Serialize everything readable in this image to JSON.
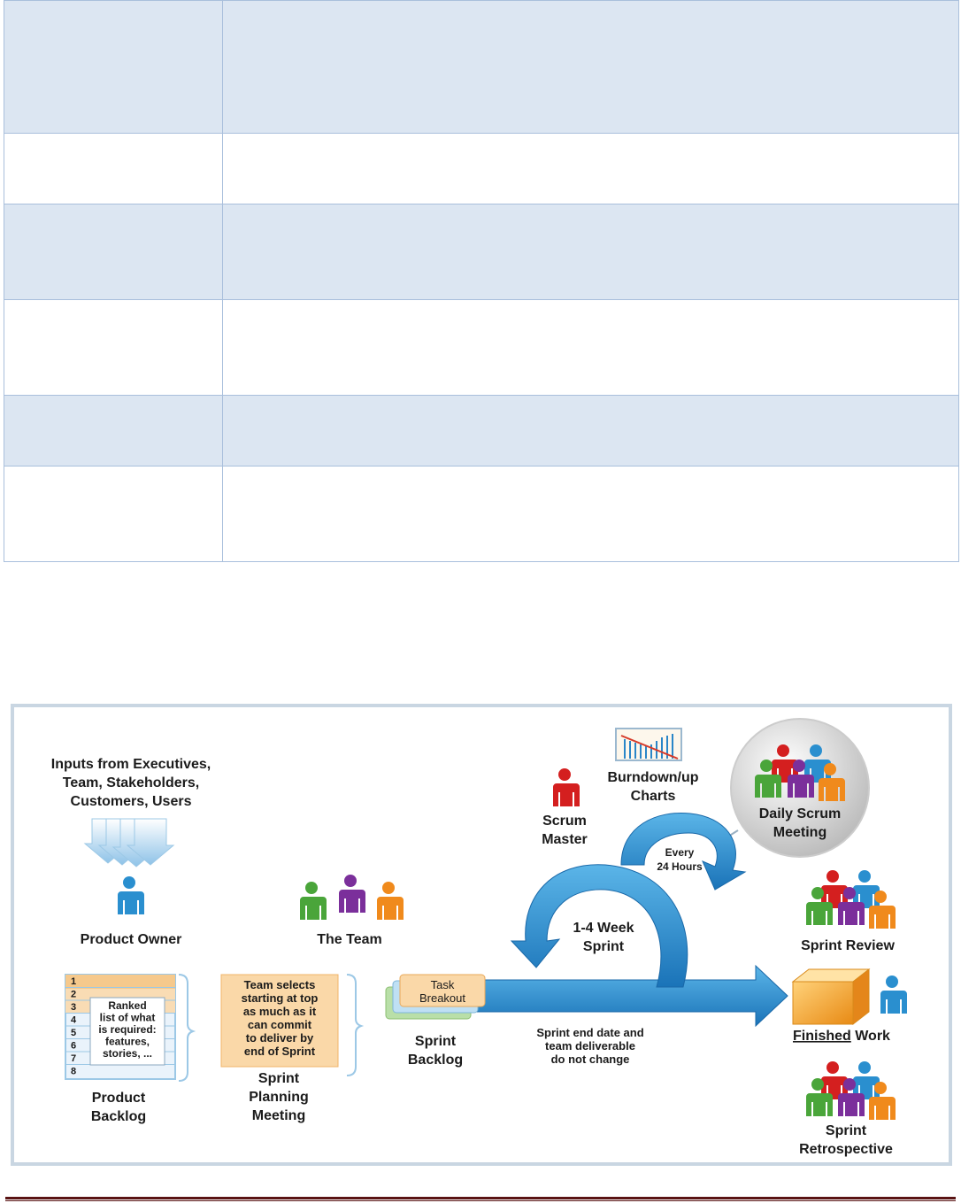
{
  "table": {
    "rows": [
      {
        "shade": true,
        "height": 150
      },
      {
        "shade": false,
        "height": 80
      },
      {
        "shade": true,
        "height": 108
      },
      {
        "shade": false,
        "height": 108
      },
      {
        "shade": true,
        "height": 80
      },
      {
        "shade": false,
        "height": 108
      }
    ]
  },
  "diagram": {
    "inputs": [
      "Inputs from Executives,",
      "Team, Stakeholders,",
      "Customers, Users"
    ],
    "product_owner": "Product Owner",
    "the_team": "The Team",
    "scrum_master": [
      "Scrum",
      "Master"
    ],
    "burndown": [
      "Burndown/up",
      "Charts"
    ],
    "daily_scrum": [
      "Daily Scrum",
      "Meeting"
    ],
    "every_24": [
      "Every",
      "24 Hours"
    ],
    "sprint_cycle": [
      "1-4 Week",
      "Sprint"
    ],
    "sprint_review": "Sprint Review",
    "finished_work": [
      "Finished",
      " Work"
    ],
    "sprint_retrospective": [
      "Sprint",
      "Retrospective"
    ],
    "product_backlog": [
      "Product",
      "Backlog"
    ],
    "backlog_numbers": [
      "1",
      "2",
      "3",
      "4",
      "5",
      "6",
      "7",
      "8"
    ],
    "backlog_note": [
      "Ranked",
      "list of what",
      "is required:",
      "features,",
      "stories, ..."
    ],
    "team_selects": [
      "Team selects",
      "starting at top",
      "as much as it",
      "can commit",
      "to deliver by",
      "end of Sprint"
    ],
    "sprint_planning": [
      "Sprint",
      "Planning",
      "Meeting"
    ],
    "task_breakout": [
      "Task",
      "Breakout"
    ],
    "sprint_backlog": [
      "Sprint",
      "Backlog"
    ],
    "sprint_end": [
      "Sprint end date and",
      "team deliverable",
      "do not change"
    ]
  }
}
